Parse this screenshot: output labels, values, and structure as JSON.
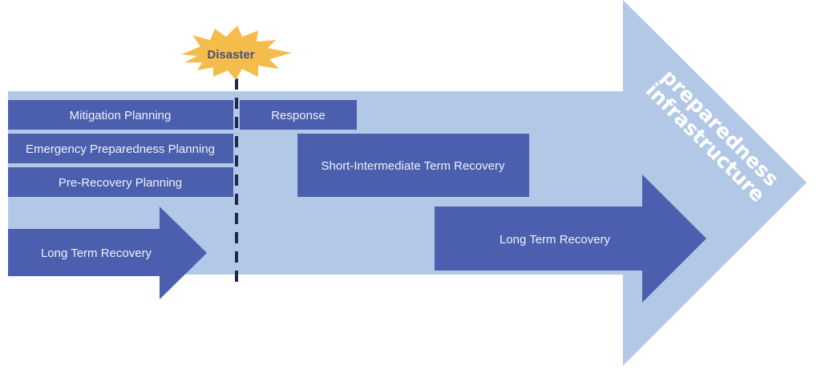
{
  "colors": {
    "background": "#ffffff",
    "big_arrow": "#b3c8e6",
    "box": "#4b5fae",
    "burst": "#f3bc4b",
    "burst_text": "#4a4f80",
    "dashed_line": "#1d2a4d",
    "box_text": "#eef1fb"
  },
  "big_arrow": {
    "label_line1": "preparedness",
    "label_line2": "infrastructure"
  },
  "disaster": {
    "label": "Disaster"
  },
  "pre_disaster": {
    "phases": [
      {
        "label": "Mitigation Planning"
      },
      {
        "label": "Emergency Preparedness Planning"
      },
      {
        "label": "Pre-Recovery Planning"
      }
    ],
    "long_term_recovery": {
      "label": "Long Term Recovery"
    }
  },
  "post_disaster": {
    "response": {
      "label": "Response"
    },
    "short_intermediate": {
      "label": "Short-Intermediate Term Recovery"
    },
    "long_term_recovery": {
      "label": "Long Term Recovery"
    }
  }
}
